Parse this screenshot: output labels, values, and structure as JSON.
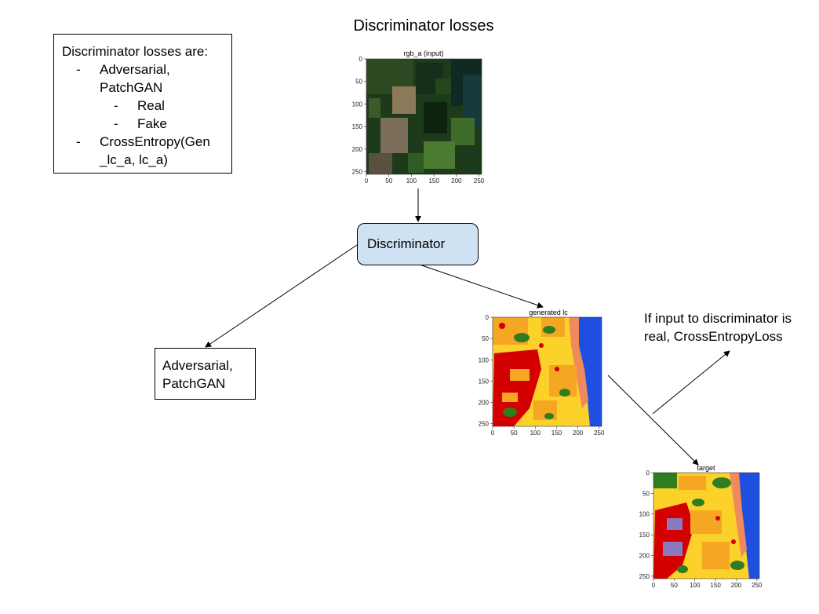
{
  "title": "Discriminator losses",
  "losses_box": {
    "heading": "Discriminator losses are:",
    "items": [
      {
        "bullet": "-",
        "line1": "Adversarial,",
        "line2": "PatchGAN"
      },
      {
        "bullet": "-",
        "line1": "Real"
      },
      {
        "bullet": "-",
        "line1": "Fake"
      },
      {
        "bullet": "-",
        "line1": "CrossEntropy(Gen",
        "line2": "_lc_a, lc_a)"
      }
    ]
  },
  "discriminator_label": "Discriminator",
  "adversarial_box": {
    "line1": "Adversarial,",
    "line2": "PatchGAN"
  },
  "note": {
    "line1": "If input to discriminator is",
    "line2": "real, CrossEntropyLoss"
  },
  "plots": {
    "input": {
      "title": "rgb_a (input)",
      "x_ticks": [
        "0",
        "50",
        "100",
        "150",
        "200",
        "250"
      ],
      "y_ticks": [
        "0",
        "50",
        "100",
        "150",
        "200",
        "250"
      ]
    },
    "generated": {
      "title": "generated lc",
      "x_ticks": [
        "0",
        "50",
        "100",
        "150",
        "200",
        "250"
      ],
      "y_ticks": [
        "0",
        "50",
        "100",
        "150",
        "200",
        "250"
      ]
    },
    "target": {
      "title": "target",
      "x_ticks": [
        "0",
        "50",
        "100",
        "150",
        "200",
        "250"
      ],
      "y_ticks": [
        "0",
        "50",
        "100",
        "150",
        "200",
        "250"
      ]
    }
  },
  "colors": {
    "discriminator_fill": "#cfe2f3",
    "lc_yellow": "#fcd12a",
    "lc_orange": "#f5a623",
    "lc_red": "#d40000",
    "lc_blue": "#1f4fe0",
    "lc_green": "#2e7d1f",
    "rgb_dark_green": "#1d3a1a"
  }
}
